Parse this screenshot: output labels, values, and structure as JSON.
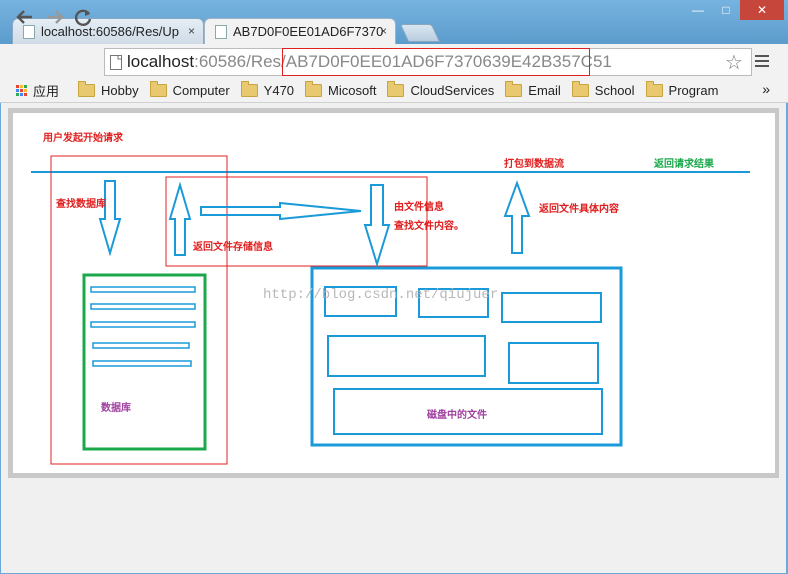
{
  "browser": {
    "tabs": [
      {
        "title": "localhost:60586/Res/Up",
        "close": "×"
      },
      {
        "title": "AB7D0F0EE01AD6F7370",
        "close": "×"
      }
    ],
    "window_controls": {
      "minimize": "—",
      "maximize": "□",
      "close": "✕"
    },
    "url": {
      "host": "localhost",
      "path": ":60586/Res/",
      "id": "AB7D0F0EE01AD6F7370639E42B357C51"
    },
    "highlight_color": "#e02020",
    "bookmarks": [
      "应用",
      "Hobby",
      "Computer",
      "Y470",
      "Micosoft",
      "CloudServices",
      "Email",
      "School",
      "Program"
    ],
    "bookmarks_more": "»"
  },
  "diagram": {
    "labels": {
      "start": "用户发起开始请求",
      "find_db": "查找数据库",
      "return_storage": "返回文件存储信息",
      "file_info": "由文件信息",
      "find_content": "查找文件内容。",
      "pack_stream": "打包到数据流",
      "return_content": "返回文件具体内容",
      "return_result": "返回请求结果",
      "database": "数据库",
      "disk_files": "磁盘中的文件",
      "watermark": "http://blog.csdn.net/qiujuer"
    },
    "colors": {
      "arrow": "#1a9ad8",
      "red": "#e02020",
      "green": "#1aa84a",
      "purple": "#a040a0"
    }
  }
}
